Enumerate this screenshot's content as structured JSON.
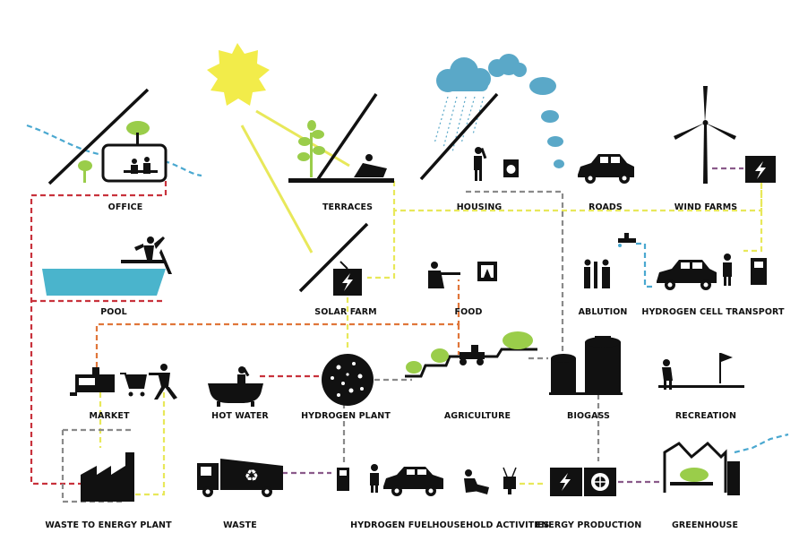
{
  "labels": {
    "office": "OFFICE",
    "terraces": "TERRACES",
    "housing": "HOUSING",
    "roads": "ROADS",
    "wind_farms": "WIND FARMS",
    "pool": "POOL",
    "solar_farm": "SOLAR FARM",
    "food": "FOOD",
    "ablution": "ABLUTION",
    "hydrogen_cell_transport": "HYDROGEN CELL TRANSPORT",
    "market": "MARKET",
    "hot_water": "HOT WATER",
    "hydrogen_plant": "HYDROGEN PLANT",
    "agriculture": "AGRICULTURE",
    "biogass": "BIOGASS",
    "recreation": "RECREATION",
    "waste_to_energy_plant": "WASTE TO ENERGY PLANT",
    "waste": "WASTE",
    "hydrogen_fuel": "HYDROGEN FUEL",
    "household_activities": "HOUSEHOLD ACTIVITIES",
    "energy_production": "ENERGY PRODUCTION",
    "greenhouse": "GREENHOUSE"
  },
  "colors": {
    "red": "#c8323c",
    "yellow": "#e8e85a",
    "orange": "#e0763a",
    "grey": "#8a8a8a",
    "blue": "#4aa8d0",
    "purple": "#8a5a8a",
    "green": "#9acd4a",
    "pool": "#4ab4cc",
    "sun": "#f2ec4a",
    "cloud": "#5aa8c8",
    "black": "#111111"
  }
}
